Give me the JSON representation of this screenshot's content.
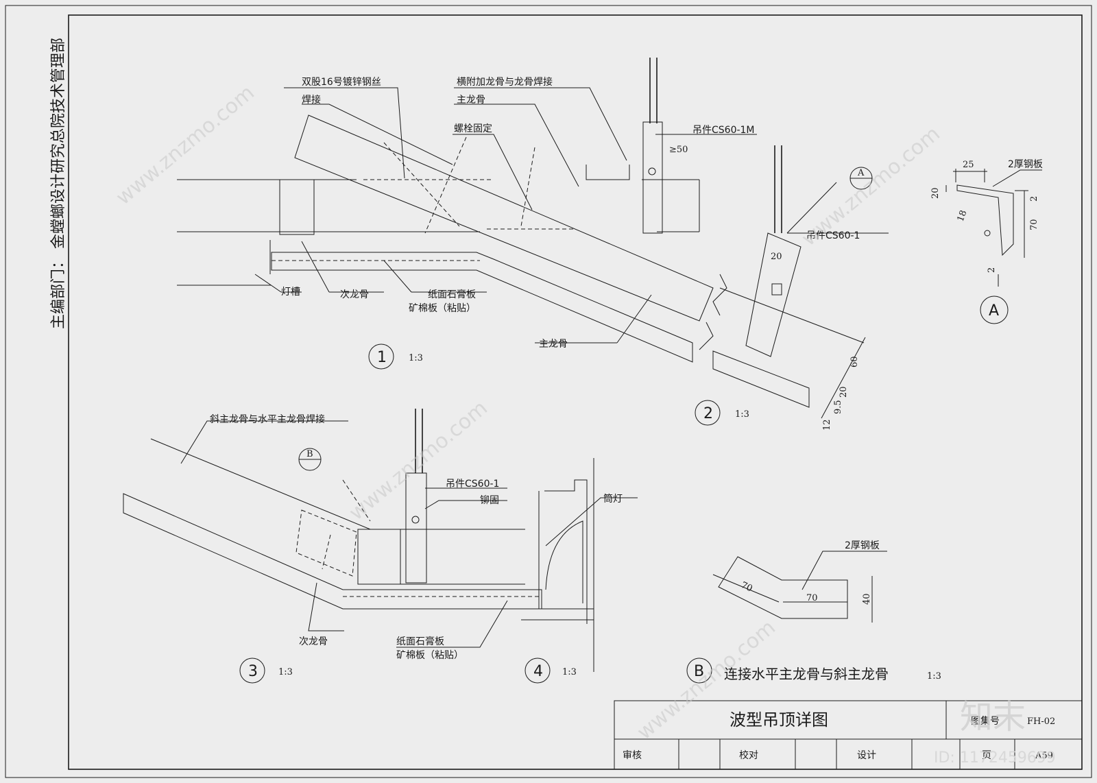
{
  "side_title": "主编部门：  金螳螂设计研究总院技术管理部",
  "labels": {
    "wire": "双股16号镀锌钢丝",
    "weld": "焊接",
    "cross_weld": "横附加龙骨与龙骨焊接",
    "main_keel_top": "主龙骨",
    "bolt": "螺栓固定",
    "hanger_1m": "吊件CS60-1M",
    "ge50": "≥50",
    "hanger_1": "吊件CS60-1",
    "light_slot": "灯槽",
    "sub_keel_1": "次龙骨",
    "gypsum_1": "纸面石膏板",
    "mineral_1": "矿棉板（粘贴）",
    "main_keel_bottom": "主龙骨",
    "steel_a": "2厚钢板",
    "slant_weld": "斜主龙骨与水平主龙骨焊接",
    "hanger_3": "吊件CS60-1",
    "rivet": "铆固",
    "downlight": "筒灯",
    "sub_keel_3": "次龙骨",
    "gypsum_3": "纸面石膏板",
    "mineral_3": "矿棉板（粘贴）",
    "steel_b": "2厚钢板",
    "detail_b_title": "连接水平主龙骨与斜主龙骨"
  },
  "dims": {
    "d20a": "20",
    "d25": "25",
    "d20b": "20",
    "d2a": "2",
    "d70a": "70",
    "d18": "18",
    "d2b": "2",
    "d60": "60",
    "d20c": "20",
    "d12": "12",
    "d95": "9.5",
    "d70b": "70",
    "d70c": "70",
    "d40": "40"
  },
  "details": [
    {
      "num": "1",
      "scale": "1:3"
    },
    {
      "num": "2",
      "scale": "1:3"
    },
    {
      "num": "3",
      "scale": "1:3"
    },
    {
      "num": "4",
      "scale": "1:3"
    },
    {
      "num": "A",
      "scale": ""
    },
    {
      "num": "B",
      "scale": "1:3"
    }
  ],
  "callouts": {
    "a": "A",
    "b": "B"
  },
  "title_block": {
    "drawing_title": "波型吊顶详图",
    "atlas_label": "图集号",
    "atlas_no": "FH-02",
    "review": "审核",
    "check": "校对",
    "design": "设计",
    "page_label": "页",
    "page_no": "A59"
  },
  "watermark": {
    "brand": "知末",
    "url": "www.znzmo.com",
    "id": "ID: 1172459699"
  }
}
